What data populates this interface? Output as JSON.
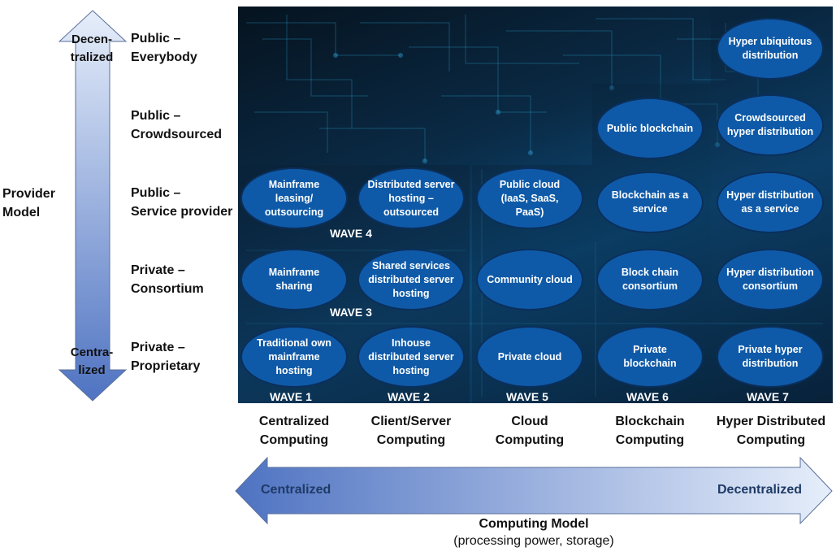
{
  "provider_axis": {
    "title": "Provider\nModel",
    "top_label": "Decen-\ntralized",
    "bottom_label": "Centra-\nlized"
  },
  "rows": [
    {
      "label": "Public –\nEverybody"
    },
    {
      "label": "Public –\nCrowdsourced"
    },
    {
      "label": "Public –\nService provider"
    },
    {
      "label": "Private –\nConsortium"
    },
    {
      "label": "Private –\nProprietary"
    }
  ],
  "ellipses": {
    "w1_private_proprietary": "Traditional own mainframe hosting",
    "w3_private_consortium": "Mainframe sharing",
    "w4_public_service": "Mainframe leasing/ outsourcing",
    "w2_private_proprietary": "Inhouse distributed server hosting",
    "w3b_private_consortium": "Shared services distributed server hosting",
    "w4b_public_service": "Distributed server hosting – outsourced",
    "w5_private_proprietary": "Private cloud",
    "w5_private_consortium": "Community cloud",
    "w5_public_service": "Public cloud (IaaS, SaaS, PaaS)",
    "w6_private_proprietary": "Private blockchain",
    "w6_private_consortium": "Block chain consortium",
    "w6_public_service": "Blockchain as a service",
    "w6_public_crowdsourced": "Public blockchain",
    "w7_private_proprietary": "Private hyper distribution",
    "w7_private_consortium": "Hyper distribution consortium",
    "w7_public_service": "Hyper distribution as a service",
    "w7_public_crowdsourced": "Crowdsourced hyper distribution",
    "w7_public_everybody": "Hyper ubiquitous distribution"
  },
  "waves": {
    "wave1": "WAVE 1",
    "wave2": "WAVE 2",
    "wave3": "WAVE 3",
    "wave4": "WAVE 4",
    "wave5": "WAVE 5",
    "wave6": "WAVE 6",
    "wave7": "WAVE 7"
  },
  "columns": [
    {
      "label": "Centralized\nComputing"
    },
    {
      "label": "Client/Server\nComputing"
    },
    {
      "label": "Cloud\nComputing"
    },
    {
      "label": "Blockchain\nComputing"
    },
    {
      "label": "Hyper Distributed\nComputing"
    }
  ],
  "computing_axis": {
    "left_label": "Centralized",
    "right_label": "Decentralized",
    "title": "Computing Model",
    "subtitle": "(processing power, storage)"
  },
  "colors": {
    "ellipse_fill": "#0f5aa8",
    "arrow_dark": "#4f73c2",
    "arrow_light": "#e6eefa"
  }
}
